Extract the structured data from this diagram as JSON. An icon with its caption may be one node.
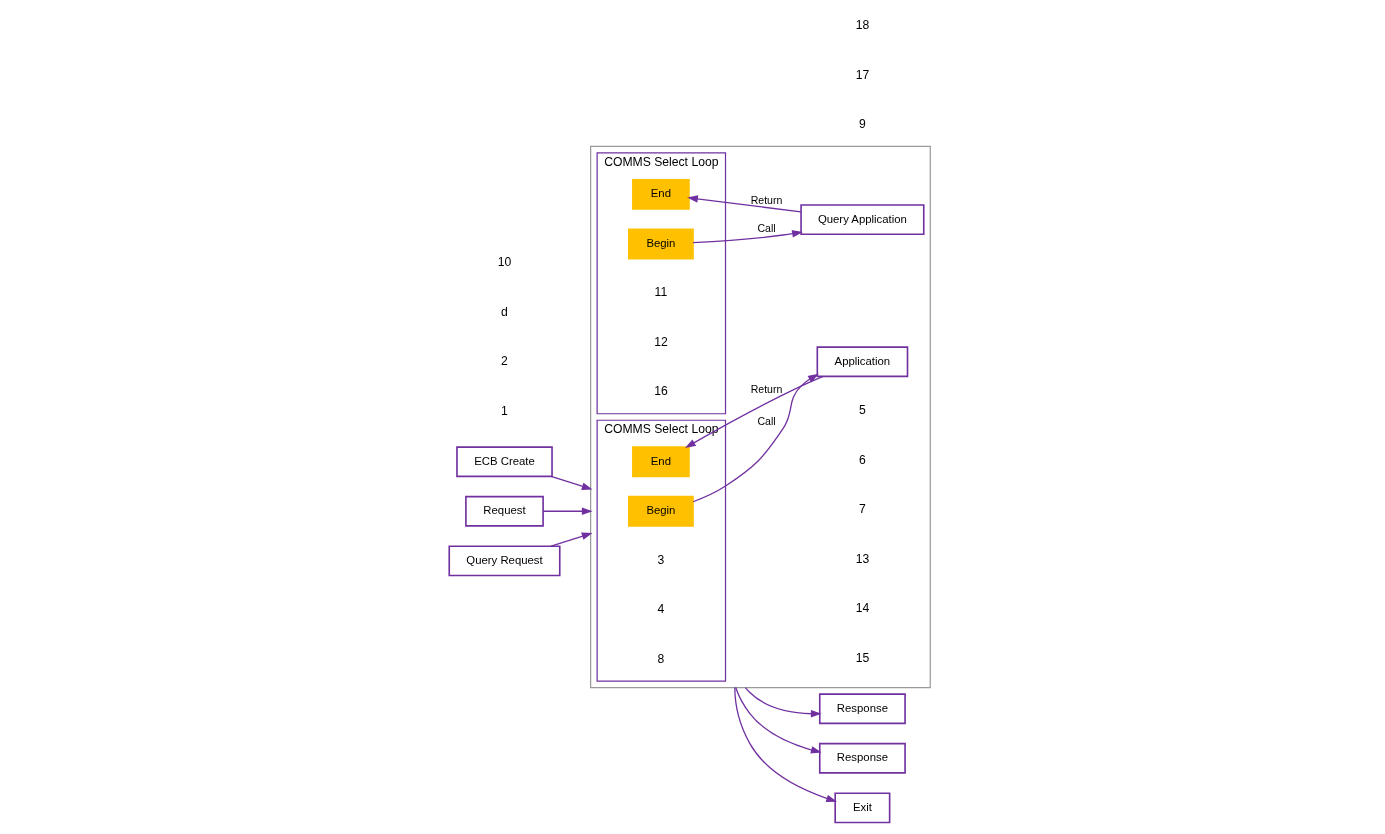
{
  "diagram": {
    "nodes": [
      {
        "text": [
          "ECB Create"
        ]
      },
      {
        "text": [
          "Request"
        ]
      },
      {
        "text": [],
        "shape": "box"
      },
      {
        "text": [
          "COMMS Select Loop"
        ],
        "in": 2
      },
      {
        "text": [
          "Begin"
        ],
        "in": 3
      },
      {
        "text": [
          "End"
        ],
        "in": 3
      },
      {
        "text": [
          "Application"
        ],
        "in": 2
      },
      {
        "text": [
          "Response"
        ]
      },
      {
        "text": [
          "Query Request"
        ]
      },
      {
        "text": [
          "COMMS Select Loop"
        ],
        "in": 2
      },
      {
        "text": [
          "Begin"
        ],
        "in": 9
      },
      {
        "text": [
          "End"
        ],
        "in": 9
      },
      {
        "text": [
          "Query Application"
        ],
        "in": 2
      },
      {
        "text": [
          "Response"
        ]
      },
      {
        "text": [
          "Exit"
        ]
      }
    ],
    "edges": [
      {
        "from": 0,
        "to": 2,
        "arrow": "to"
      },
      {
        "from": 1,
        "to": 2,
        "arrow": "to"
      },
      {
        "from": 4,
        "to": 6,
        "arrow": "to",
        "label": "Call"
      },
      {
        "from": 6,
        "to": 5,
        "arrow": "to",
        "label": "Return"
      },
      {
        "from": 2,
        "to": 7,
        "arrow": "to"
      },
      {
        "from": 8,
        "to": 2,
        "arrow": "to"
      },
      {
        "from": 10,
        "to": 12,
        "arrow": "to",
        "label": "Call"
      },
      {
        "from": 12,
        "to": 11,
        "arrow": "to",
        "label": "Return"
      },
      {
        "from": 2,
        "to": 13,
        "arrow": "to"
      },
      {
        "from": 2,
        "to": 14,
        "arrow": "to"
      }
    ],
    "labels": [
      "1",
      "2",
      "3",
      "4",
      "5",
      "6",
      "d",
      "7",
      "8",
      "9",
      "10",
      "11",
      "12",
      "13",
      "14",
      "15",
      "16",
      "17",
      "18"
    ]
  }
}
